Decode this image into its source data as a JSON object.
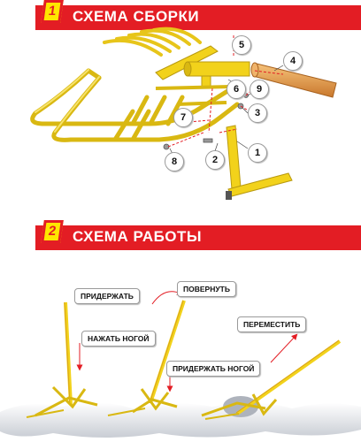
{
  "sections": [
    {
      "number": "1",
      "title": "СХЕМА СБОРКИ"
    },
    {
      "number": "2",
      "title": "СХЕМА РАБОТЫ"
    }
  ],
  "callouts": [
    "1",
    "2",
    "3",
    "4",
    "5",
    "6",
    "7",
    "8",
    "9"
  ],
  "actions": {
    "hold": "ПРИДЕРЖАТЬ",
    "turn": "ПОВЕРНУТЬ",
    "press_foot": "НАЖАТЬ НОГОЙ",
    "hold_foot": "ПРИДЕРЖАТЬ НОГОЙ",
    "move": "ПЕРЕМЕСТИТЬ"
  },
  "colors": {
    "banner": "#e31d24",
    "badge": "#ffe600",
    "frame": "#f2d21b",
    "handle": "#e8a24a"
  }
}
